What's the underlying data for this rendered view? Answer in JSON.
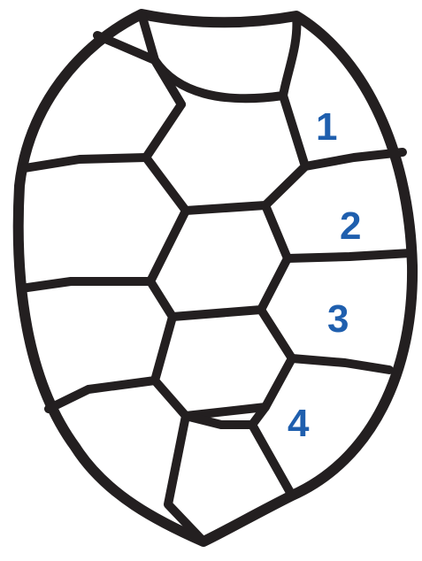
{
  "diagram": {
    "stroke_color": "#231f20",
    "label_color": "#1f5fae",
    "labels": [
      {
        "id": "scute-1",
        "text": "1"
      },
      {
        "id": "scute-2",
        "text": "2"
      },
      {
        "id": "scute-3",
        "text": "3"
      },
      {
        "id": "scute-4",
        "text": "4"
      }
    ]
  }
}
